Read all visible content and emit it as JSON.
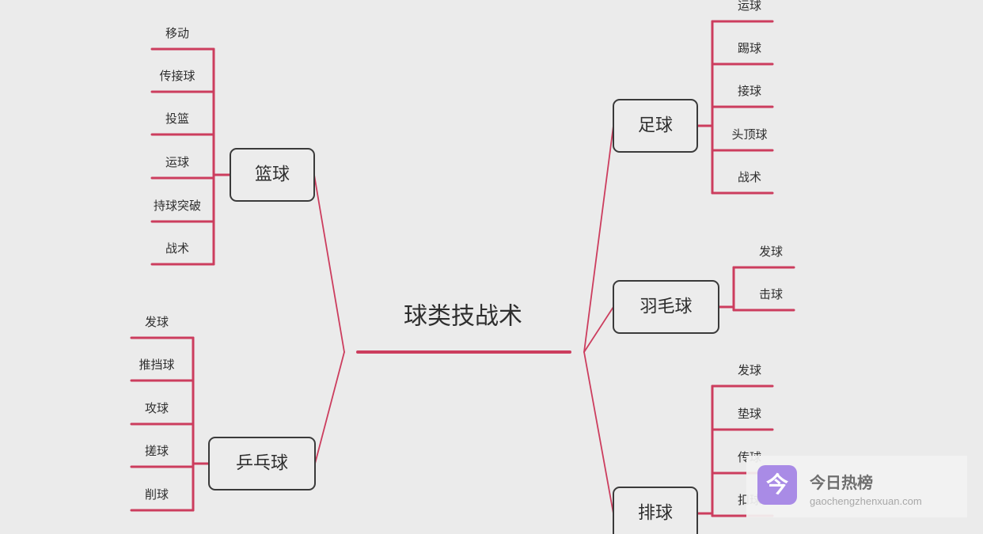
{
  "central": "球类技战术",
  "branches": [
    {
      "id": "basketball",
      "label": "篮球",
      "items": [
        "移动",
        "传接球",
        "投篮",
        "运球",
        "持球突破",
        "战术"
      ]
    },
    {
      "id": "pingpong",
      "label": "乒乓球",
      "items": [
        "发球",
        "推挡球",
        "攻球",
        "搓球",
        "削球"
      ]
    },
    {
      "id": "football",
      "label": "足球",
      "items": [
        "运球",
        "踢球",
        "接球",
        "头顶球",
        "战术"
      ]
    },
    {
      "id": "badminton",
      "label": "羽毛球",
      "items": [
        "发球",
        "击球"
      ]
    },
    {
      "id": "volleyball",
      "label": "排球",
      "items": [
        "发球",
        "垫球",
        "传球",
        "扣球"
      ]
    }
  ],
  "colors": {
    "line": "#cc3d5e",
    "box_border": "#3a3a3a",
    "text": "#2e2e2e",
    "background": "#ebebeb"
  },
  "watermark": {
    "icon_glyph": "今",
    "title": "今日热榜",
    "url": "gaochengzhenxuan.com"
  }
}
